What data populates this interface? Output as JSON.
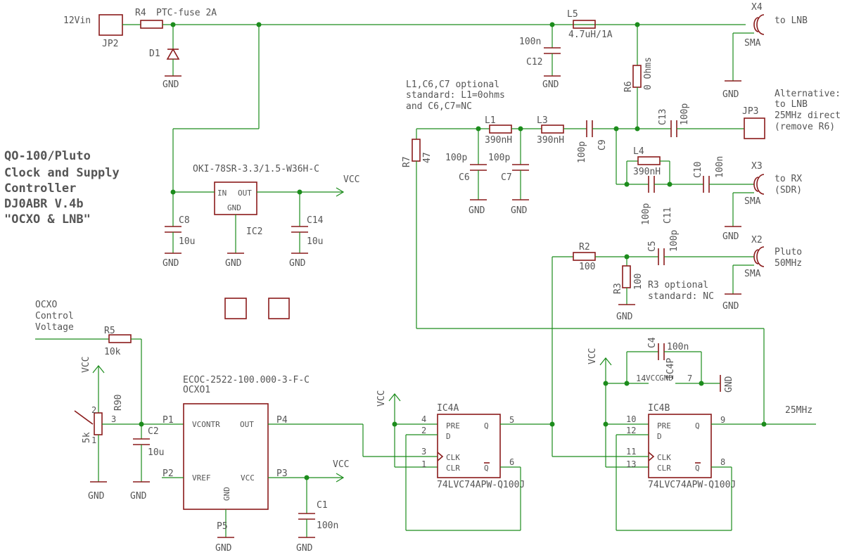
{
  "title_block": [
    "QO-100/Pluto",
    "Clock and Supply",
    "Controller",
    "DJ0ABR V.4b",
    "\"OCXO & LNB\""
  ],
  "labels": {
    "in12v": "12Vin",
    "jp2": "JP2",
    "r4": "R4",
    "ptc": "PTC-fuse 2A",
    "d1": "D1",
    "oki": "OKI-78SR-3.3/1.5-W36H-C",
    "vcc": "VCC",
    "gnd": "GND",
    "in": "IN",
    "out": "OUT",
    "ic2": "IC2",
    "c8": "C8",
    "c8v": "10u",
    "c14": "C14",
    "c14v": "10u",
    "l5": "L5",
    "l5v": "4.7uH/1A",
    "c12": "C12",
    "c12v": "100n",
    "r6": "R6",
    "r6v": "0 Ohms",
    "x4": "X4",
    "sma": "SMA",
    "to_lnb": "to LNB",
    "alt": [
      "Alternative:",
      "to LNB",
      "25MHz direct",
      "(remove R6)"
    ],
    "opt": [
      "L1,C6,C7 optional",
      "standard: L1=0ohms",
      "and C6,C7=NC"
    ],
    "l1": "L1",
    "l1v": "390nH",
    "l3": "L3",
    "l3v": "390nH",
    "l4": "L4",
    "l4v": "390nH",
    "c6": "C6",
    "c6v": "100p",
    "c7": "C7",
    "c7v": "100p",
    "c9": "C9",
    "c9v": "100p",
    "c13": "C13",
    "c13v": "100p",
    "c11": "C11",
    "c11v": "100p",
    "c10": "C10",
    "c10v": "100n",
    "jp3": "JP3",
    "r7": "R7",
    "r7v": "47",
    "x3": "X3",
    "to_rx": [
      "to RX",
      "(SDR)"
    ],
    "r2": "R2",
    "r2v": "100",
    "c5": "C5",
    "c5v": "100p",
    "x2": "X2",
    "pluto": [
      "Pluto",
      "50MHz"
    ],
    "r3": "R3",
    "r3v": "100",
    "r3opt": [
      "R3 optional",
      "standard: NC"
    ],
    "ocxo_ctrl": [
      "OCXO",
      "Control",
      "Voltage"
    ],
    "r5": "R5",
    "r5v": "10k",
    "r90": "R90",
    "r90v": "5k",
    "c2": "C2",
    "c2v": "10u",
    "ocxo_part": "ECOC-2522-100.000-3-F-C",
    "ocxo": "OCXO1",
    "vcontr": "VCONTR",
    "vref": "VREF",
    "vcc_pin": "VCC",
    "out_pin": "OUT",
    "p1": "P1",
    "p2": "P2",
    "p3": "P3",
    "p4": "P4",
    "p5": "P5",
    "c1": "C1",
    "c1v": "100n",
    "ic4a": "IC4A",
    "ic4b": "IC4B",
    "ic4p": "IC4P",
    "ff_part": "74LVC74APW-Q100J",
    "pre": "PRE",
    "d": "D",
    "clk": "CLK",
    "clr": "CLR",
    "q": "Q",
    "qn": "Q",
    "c4": "C4",
    "c4v": "100n",
    "f25": "25MHz",
    "pins_a": [
      "4",
      "2",
      "3",
      "1",
      "5",
      "6"
    ],
    "pins_b": [
      "10",
      "12",
      "11",
      "13",
      "9",
      "8"
    ],
    "pins_p": [
      "14",
      "7"
    ],
    "n1": "1",
    "n2": "2",
    "n3": "3"
  }
}
